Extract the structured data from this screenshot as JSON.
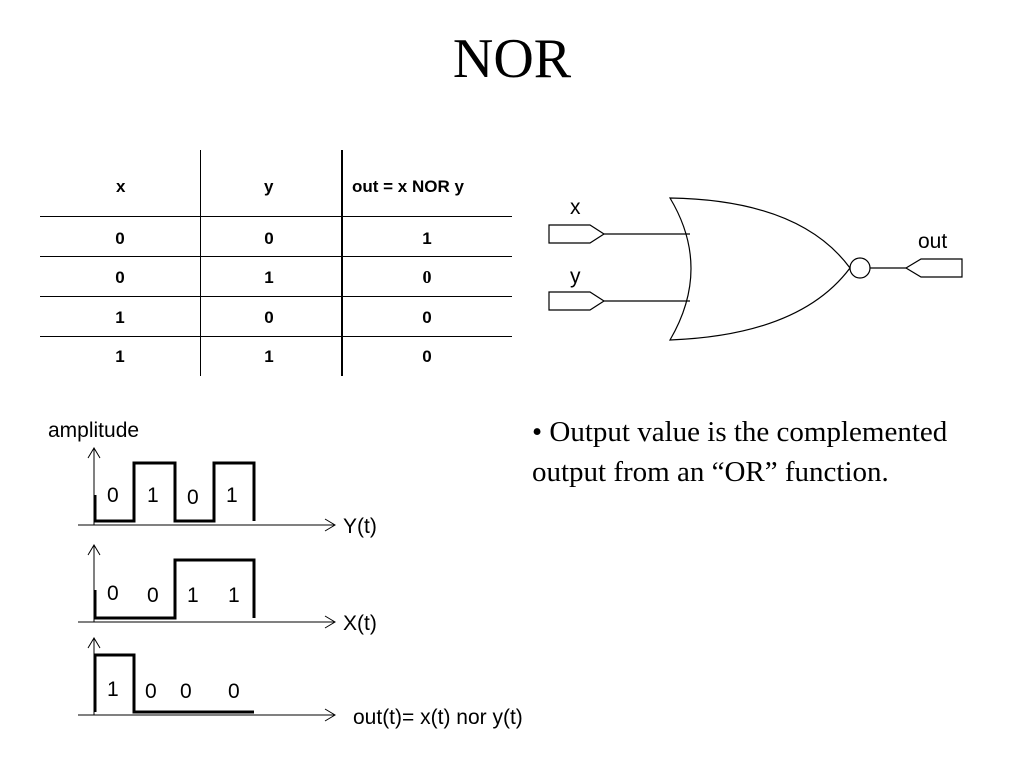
{
  "title": "NOR",
  "table": {
    "headers": [
      "x",
      "y",
      "out = x NOR y"
    ],
    "rows": [
      [
        "0",
        "0",
        "1"
      ],
      [
        "0",
        "1",
        "0"
      ],
      [
        "1",
        "0",
        "0"
      ],
      [
        "1",
        "1",
        "0"
      ]
    ]
  },
  "gate": {
    "input_x": "x",
    "input_y": "y",
    "output": "out"
  },
  "waveforms": {
    "ylabel": "amplitude",
    "signals": [
      {
        "name": "Y(t)",
        "bits": [
          "0",
          "1",
          "0",
          "1"
        ]
      },
      {
        "name": "X(t)",
        "bits": [
          "0",
          "0",
          "1",
          "1"
        ]
      },
      {
        "name": "out(t)= x(t) nor y(t)",
        "bits": [
          "1",
          "0",
          "0",
          "0"
        ]
      }
    ]
  },
  "bullet": "•  Output value is the complemented output from an “OR” function."
}
